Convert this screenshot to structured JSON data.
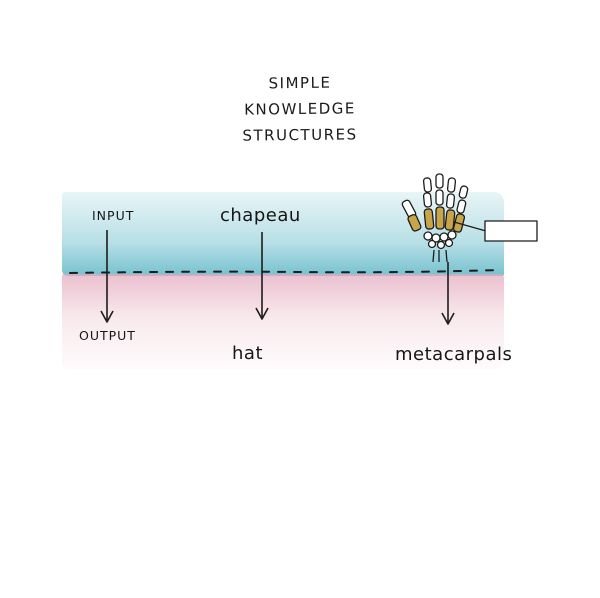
{
  "diagram": {
    "title_lines": [
      "SIMPLE",
      "KNOWLEDGE",
      "STRUCTURES"
    ],
    "legend": {
      "input_label": "INPUT",
      "output_label": "OUTPUT"
    },
    "examples": [
      {
        "input": "chapeau",
        "output": "hat"
      },
      {
        "input_icon": "hand-skeleton-icon",
        "output": "metacarpals"
      }
    ],
    "colors": {
      "input_band": "#a9d8df",
      "output_band": "#e9b6c6",
      "ink": "#1c1c1c",
      "bone_highlight": "#c9a54a"
    }
  }
}
